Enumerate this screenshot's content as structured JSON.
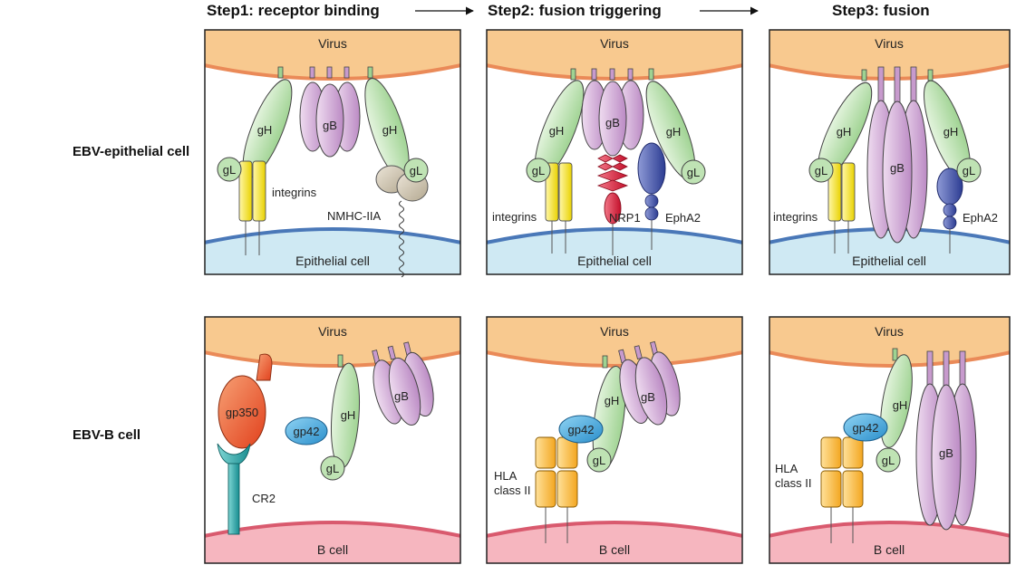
{
  "headers": {
    "step1": "Step1: receptor binding",
    "step2": "Step2: fusion triggering",
    "step3": "Step3: fusion"
  },
  "rows": {
    "epithelial": "EBV-epithelial cell",
    "bcell": "EBV-B cell"
  },
  "membranes": {
    "virus": "Virus",
    "epithelial_cell": "Epithelial cell",
    "b_cell": "B cell"
  },
  "proteins": {
    "gH": "gH",
    "gL": "gL",
    "gB": "gB",
    "gp42": "gp42",
    "gp350": "gp350"
  },
  "receptors": {
    "integrins": "integrins",
    "nmhc": "NMHC-IIA",
    "nrp1": "NRP1",
    "epha2": "EphA2",
    "cr2": "CR2",
    "hla_line1": "HLA",
    "hla_line2": "class II"
  },
  "colors": {
    "virus_fill": "#f8c98f",
    "virus_edge": "#ea8a58",
    "epi_fill": "#cfe9f3",
    "epi_edge": "#4a78b8",
    "bcell_fill": "#f6b6bf",
    "bcell_edge": "#d95a6e",
    "gH": "#bfe3b4",
    "gB": "#d9b3dc",
    "integrin": "#f7e600",
    "nrp1": "#e0203a",
    "epha2": "#3a4ea2",
    "gp42": "#3aa7de",
    "gp350": "#ef5a2a",
    "cr2": "#2aa6a8",
    "hla": "#f8b733"
  }
}
